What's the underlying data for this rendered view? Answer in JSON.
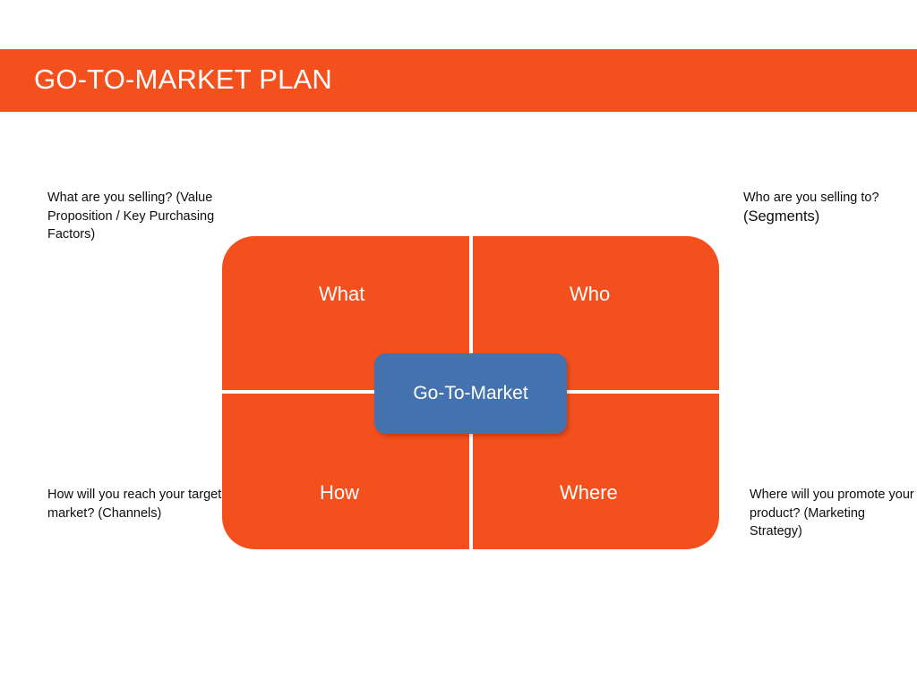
{
  "slide": {
    "background_color": "#ffffff",
    "accent_color": "#f4501e",
    "center_color": "#4472ae",
    "text_color": "#0d0d0d"
  },
  "header": {
    "title": "GO-TO-MARKET PLAN"
  },
  "matrix": {
    "quadrants": [
      {
        "id": "what",
        "label": "What"
      },
      {
        "id": "who",
        "label": "Who"
      },
      {
        "id": "how",
        "label": "How"
      },
      {
        "id": "where",
        "label": "Where"
      }
    ],
    "center": {
      "label": "Go-To-Market"
    }
  },
  "annotations": {
    "top_left": {
      "text": "What are you selling? (Value Proposition / Key Purchasing Factors)"
    },
    "top_right": {
      "lead": "Who are you selling to? ",
      "emphasis": "(Segments)"
    },
    "bottom_left": {
      "text": "How will you reach your target market? (Channels)"
    },
    "bottom_right": {
      "text": "Where will you promote your product? (Marketing Strategy)"
    }
  }
}
